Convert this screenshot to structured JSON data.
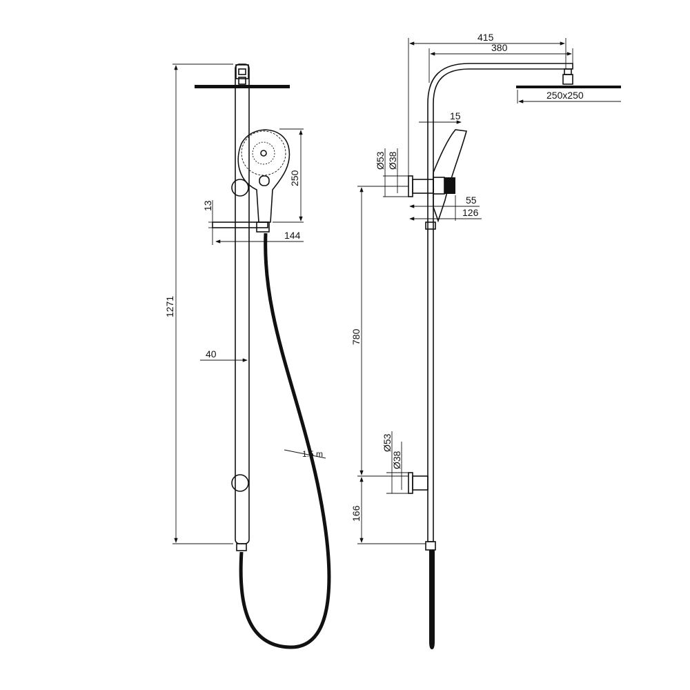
{
  "front_view": {
    "total_height": "1271",
    "handshower_length": "250",
    "holder_thickness": "13",
    "holder_projection": "144",
    "rail_width": "40",
    "hose_length": "1.5 m"
  },
  "side_view": {
    "arm_reach_total": "415",
    "arm_reach": "380",
    "head_size": "250x250",
    "pipe_offset": "15",
    "upper_flange_outer": "Ø53",
    "upper_flange_inner": "Ø38",
    "bracket_depth": "55",
    "bracket_projection": "126",
    "bracket_spacing": "780",
    "lower_flange_outer": "Ø53",
    "lower_flange_inner": "Ø38",
    "bottom_height": "166"
  }
}
